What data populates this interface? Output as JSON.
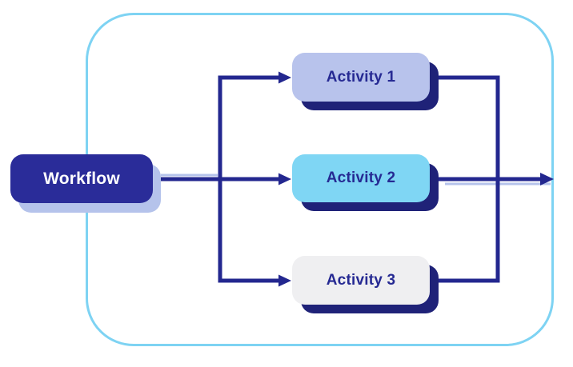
{
  "diagram": {
    "type": "flowchart",
    "container": {
      "shape": "rounded-rectangle",
      "border_color": "#7ED3F3"
    },
    "nodes": [
      {
        "id": "workflow",
        "label": "Workflow",
        "fill": "#2A2C99",
        "text_color": "#FFFFFF",
        "shadow_color": "#B5C3EB"
      },
      {
        "id": "activity-1",
        "label": "Activity 1",
        "fill": "#B8C3EC",
        "text_color": "#262A93",
        "shadow_color": "#1F2278"
      },
      {
        "id": "activity-2",
        "label": "Activity 2",
        "fill": "#7FD6F4",
        "text_color": "#262A93",
        "shadow_color": "#1F2278"
      },
      {
        "id": "activity-3",
        "label": "Activity 3",
        "fill": "#EFEFF1",
        "text_color": "#262A93",
        "shadow_color": "#1F2278"
      }
    ],
    "edges": [
      {
        "from": "workflow",
        "to": "activity-1",
        "arrow": true
      },
      {
        "from": "workflow",
        "to": "activity-2",
        "arrow": true
      },
      {
        "from": "workflow",
        "to": "activity-3",
        "arrow": true
      },
      {
        "from": "activity-1",
        "to": "merge-point",
        "arrow": false
      },
      {
        "from": "activity-2",
        "to": "container-exit",
        "arrow": true
      },
      {
        "from": "activity-3",
        "to": "merge-point",
        "arrow": false
      }
    ],
    "colors": {
      "navy-fill": "#2A2C99",
      "navy-line": "#23278F",
      "navy-shadow": "#1F2278",
      "navy-text": "#262A93",
      "lavender": "#B8C3EC",
      "sky": "#7FD6F4",
      "light-gray": "#EFEFF1",
      "periwinkle": "#B5C3EB",
      "cyan-border": "#7ED3F3",
      "white": "#FFFFFF"
    }
  }
}
